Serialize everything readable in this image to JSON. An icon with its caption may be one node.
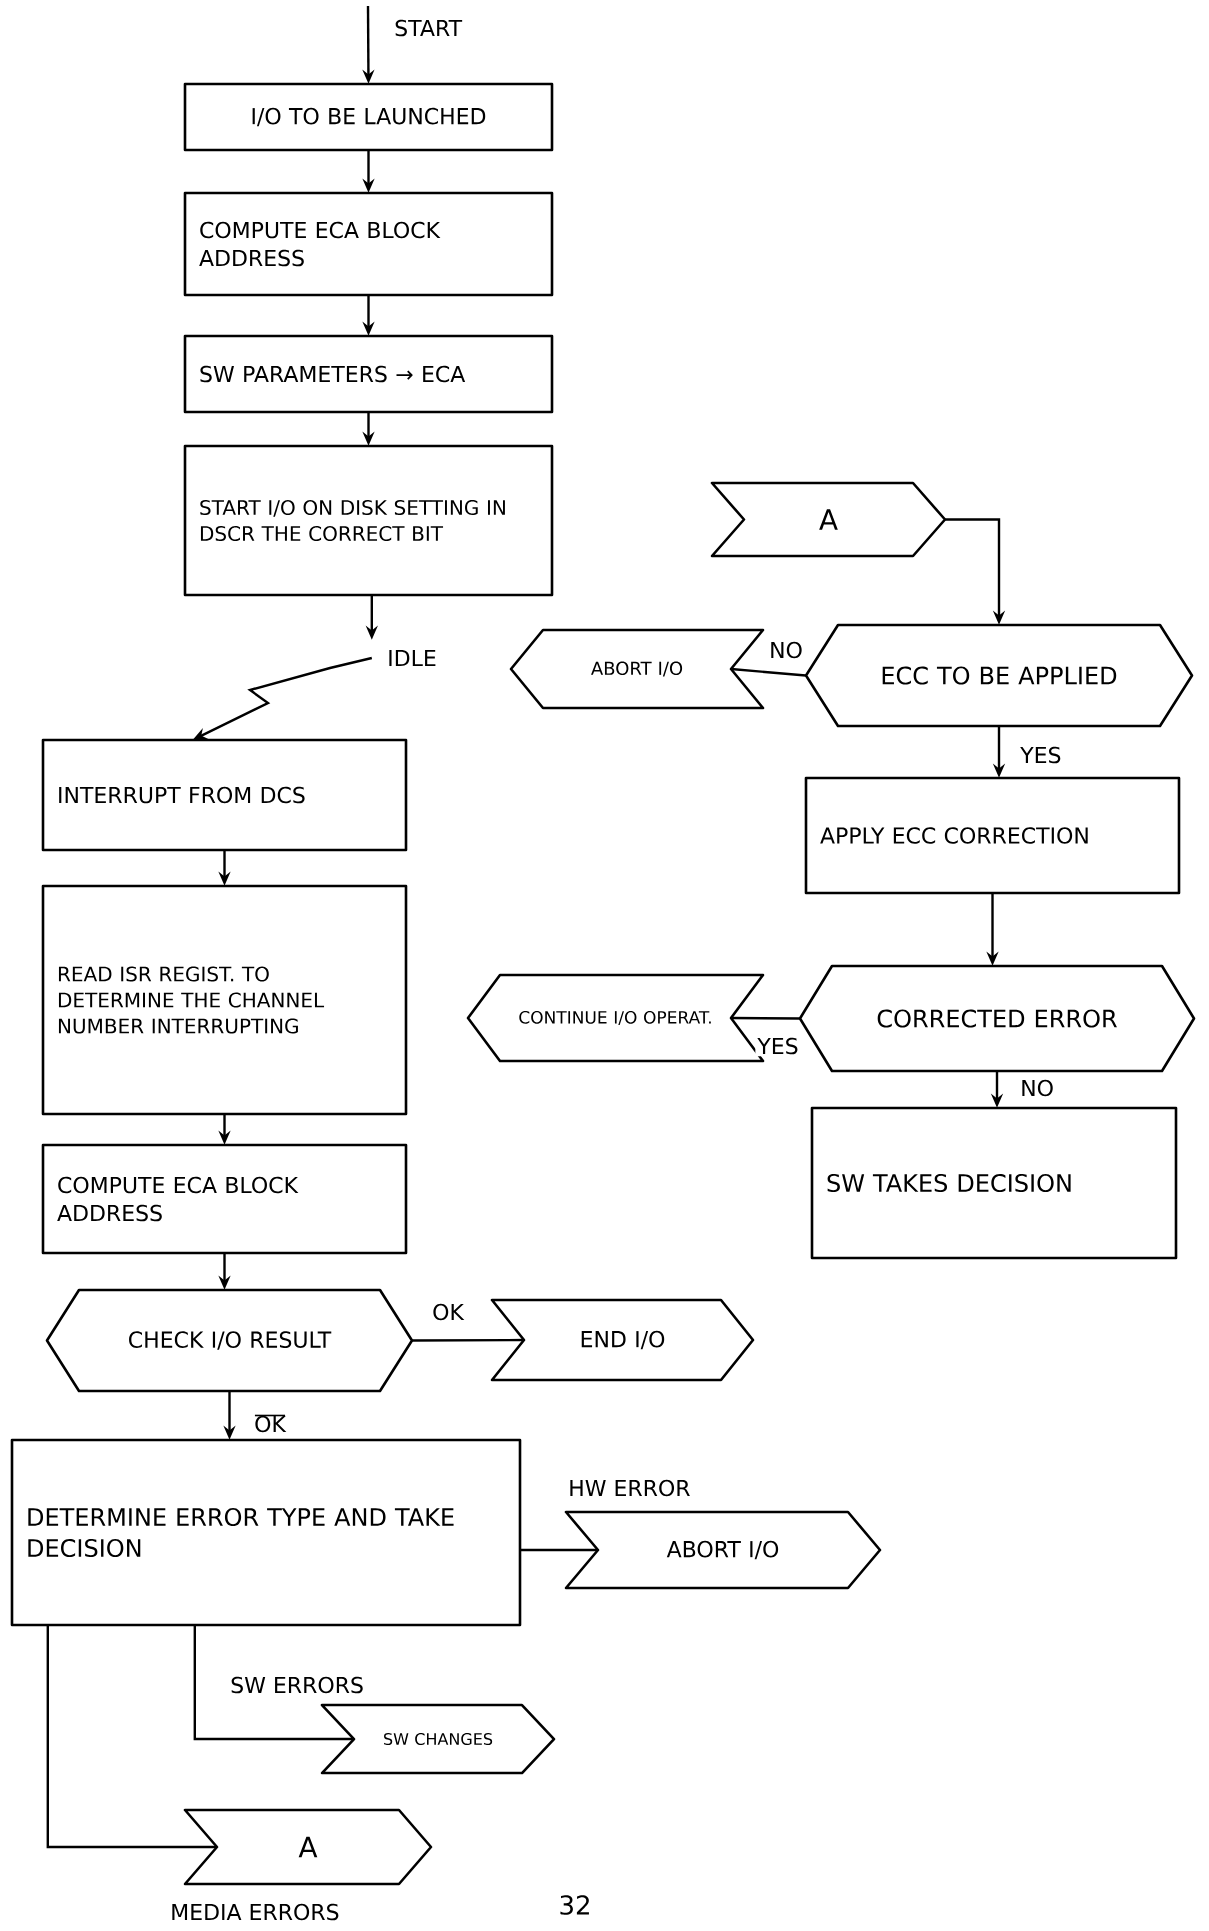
{
  "diagram": {
    "nodes": [
      {
        "text": [
          "I/O TO BE LAUNCHED"
        ]
      },
      {
        "text": [
          "COMPUTE ECA BLOCK ADDRESS"
        ]
      },
      {
        "text": [
          "SW PARAMETERS → ECA"
        ]
      },
      {
        "text": [
          "START I/O ON DISK SETTING IN DSCR THE CORRECT BIT"
        ]
      },
      {
        "text": [
          "IDLE"
        ]
      },
      {
        "text": [
          "INTERRUPT FROM DCS"
        ]
      },
      {
        "text": [
          "READ ISR REGIST. TO DETERMINE THE CHANNEL NUMBER INTERRUPTING"
        ]
      },
      {
        "text": [
          "COMPUTE ECA BLOCK ADDRESS"
        ]
      },
      {
        "text": [
          "CHECK I/O RESULT"
        ]
      },
      {
        "text": [
          "END I/O"
        ]
      },
      {
        "text": [
          "DETERMINE ERROR TYPE AND TAKE DECISION"
        ]
      },
      {
        "text": [
          "ABORT I/O"
        ]
      },
      {
        "text": [
          "SW CHANGES"
        ]
      },
      {
        "text": [
          "A"
        ]
      },
      {
        "text": [
          "A"
        ]
      },
      {
        "text": [
          "ECC TO BE APPLIED"
        ]
      },
      {
        "text": [
          "ABORT I/O"
        ]
      },
      {
        "text": [
          "APPLY ECC CORRECTION"
        ]
      },
      {
        "text": [
          "CORRECTED ERROR"
        ]
      },
      {
        "text": [
          "CONTINUE I/O OPERAT."
        ]
      },
      {
        "text": [
          "SW TAKES DECISION"
        ]
      }
    ],
    "edges": [
      {
        "from": null,
        "to": 0,
        "arrow": "to",
        "label": "START"
      },
      {
        "from": 0,
        "to": 1,
        "arrow": "to"
      },
      {
        "from": 1,
        "to": 2,
        "arrow": "to"
      },
      {
        "from": 2,
        "to": 3,
        "arrow": "to"
      },
      {
        "from": 3,
        "to": 4,
        "arrow": "to"
      },
      {
        "from": 4,
        "to": 5,
        "arrow": "to"
      },
      {
        "from": 5,
        "to": 6,
        "arrow": "to"
      },
      {
        "from": 6,
        "to": 7,
        "arrow": "to"
      },
      {
        "from": 7,
        "to": 8,
        "arrow": "to"
      },
      {
        "from": 8,
        "to": 9,
        "arrow": "none",
        "label": "OK"
      },
      {
        "from": 8,
        "to": 10,
        "arrow": "to",
        "label": "OK"
      },
      {
        "from": 10,
        "to": 11,
        "arrow": "none",
        "label": "HW ERROR"
      },
      {
        "from": 10,
        "to": 12,
        "arrow": "none",
        "label": "SW ERRORS"
      },
      {
        "from": 10,
        "to": 13,
        "arrow": "none",
        "label": "MEDIA ERRORS"
      },
      {
        "from": 14,
        "to": 15,
        "arrow": "to"
      },
      {
        "from": 15,
        "to": 16,
        "arrow": "none",
        "label": "NO"
      },
      {
        "from": 15,
        "to": 17,
        "arrow": "to",
        "label": "YES"
      },
      {
        "from": 17,
        "to": 18,
        "arrow": "to"
      },
      {
        "from": 18,
        "to": 19,
        "arrow": "none",
        "label": "YES"
      },
      {
        "from": 18,
        "to": 20,
        "arrow": "to",
        "label": "NO"
      }
    ],
    "labels": [
      "32"
    ]
  }
}
